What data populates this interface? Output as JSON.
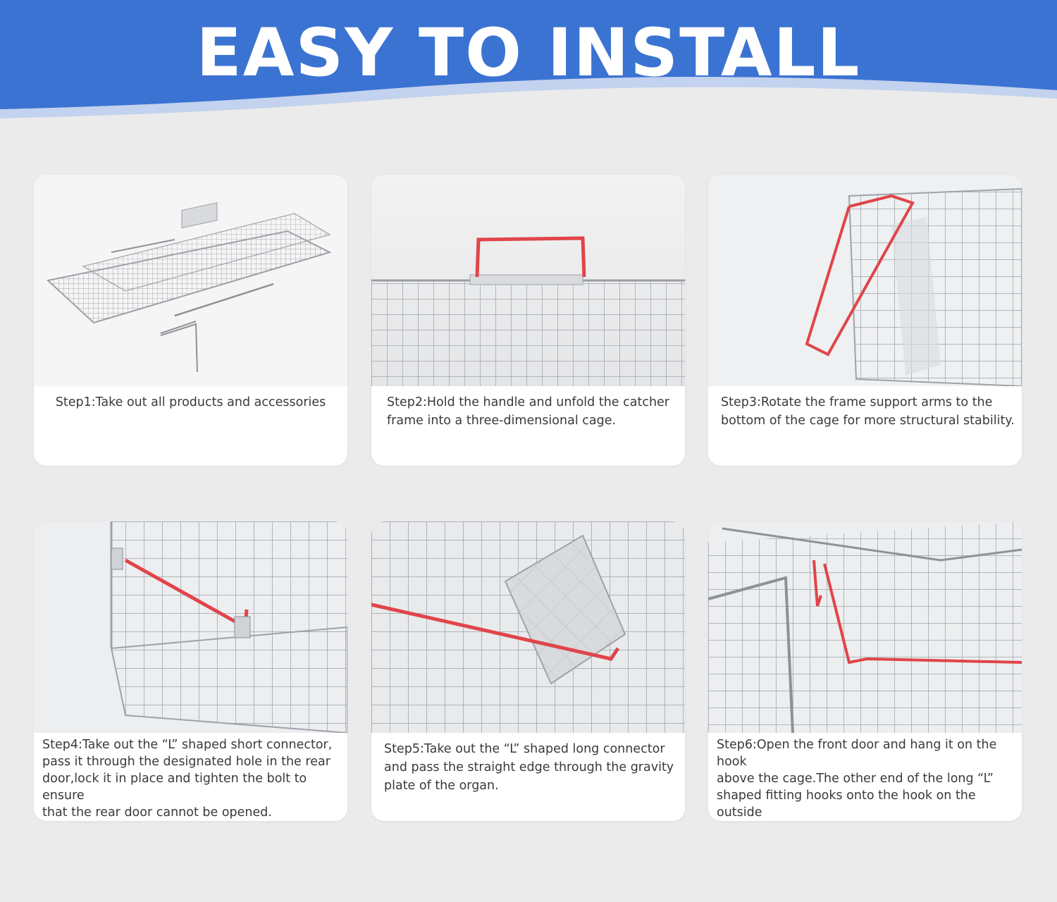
{
  "header": {
    "title": "EASY TO INSTALL",
    "colors": {
      "banner": "#3b73d2",
      "accent_stripe": "#b8c9ea",
      "title": "#ffffff"
    }
  },
  "steps": [
    {
      "caption": "Step1:Take out all products and accessories",
      "image_icon": "folded-cage-with-rods-image"
    },
    {
      "caption": "Step2:Hold the handle and unfold the catcher\nframe into a three-dimensional cage.",
      "image_icon": "cage-handle-image"
    },
    {
      "caption": "Step3:Rotate the frame support arms to the\nbottom of the cage for more structural stability.",
      "image_icon": "cage-support-arm-image"
    },
    {
      "caption": "Step4:Take out the “L” shaped short connector,\npass it through the designated hole in the rear\ndoor,lock it in place and tighten the bolt to ensure\n that the rear door cannot be opened.",
      "image_icon": "rear-door-connector-image"
    },
    {
      "caption": "Step5:Take out the “L” shaped long connector\nand pass the straight edge through the gravity\nplate of the organ.",
      "image_icon": "gravity-plate-connector-image"
    },
    {
      "caption": "Step6:Open the front door and hang it on the hook\nabove the cage.The other end of the long “L”\nshaped fitting hooks onto the hook on the outside\nof the front door.",
      "image_icon": "front-door-hook-image"
    }
  ],
  "colors": {
    "background": "#ebebeb",
    "card": "#ffffff",
    "wire": "#a9adb3",
    "red_rod": "#e0454a",
    "text": "#3a3a3a"
  }
}
